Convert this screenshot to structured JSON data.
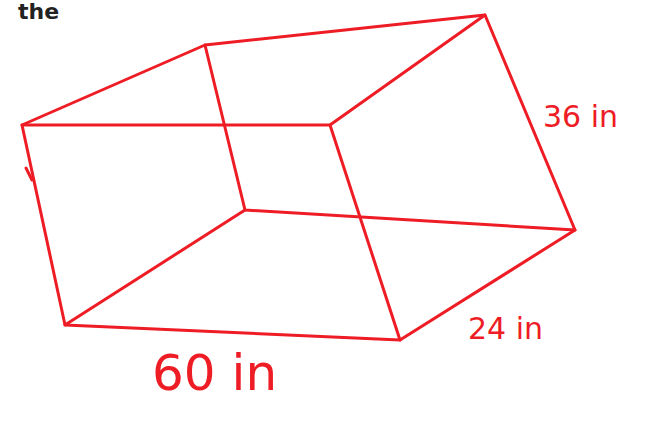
{
  "diagram": {
    "labels": [
      "the",
      "36 in",
      "24 in",
      "60 in"
    ]
  }
}
